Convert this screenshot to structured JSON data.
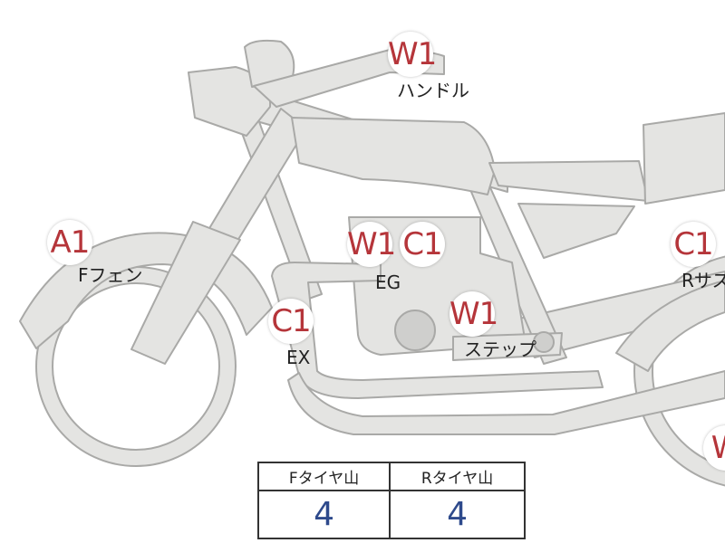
{
  "markers": [
    {
      "id": "handle",
      "code": "W1",
      "label": "ハンドル"
    },
    {
      "id": "ffender",
      "code": "A1",
      "label": "Fフェン"
    },
    {
      "id": "eg-w",
      "code": "W1",
      "label": ""
    },
    {
      "id": "eg-c",
      "code": "C1",
      "label": "EG"
    },
    {
      "id": "ex",
      "code": "C1",
      "label": "EX"
    },
    {
      "id": "step",
      "code": "W1",
      "label": "ステップ"
    },
    {
      "id": "rsus",
      "code": "C1",
      "label": "Rサス"
    },
    {
      "id": "rear",
      "code": "W",
      "label": ""
    }
  ],
  "tires": {
    "headers": [
      "Fタイヤ山",
      "Rタイヤ山"
    ],
    "values": [
      "4",
      "4"
    ]
  },
  "colors": {
    "body_fill": "#e4e4e2",
    "body_stroke": "#a9a9a7",
    "code_text": "#b5353a",
    "value_text": "#2e4a8c"
  }
}
